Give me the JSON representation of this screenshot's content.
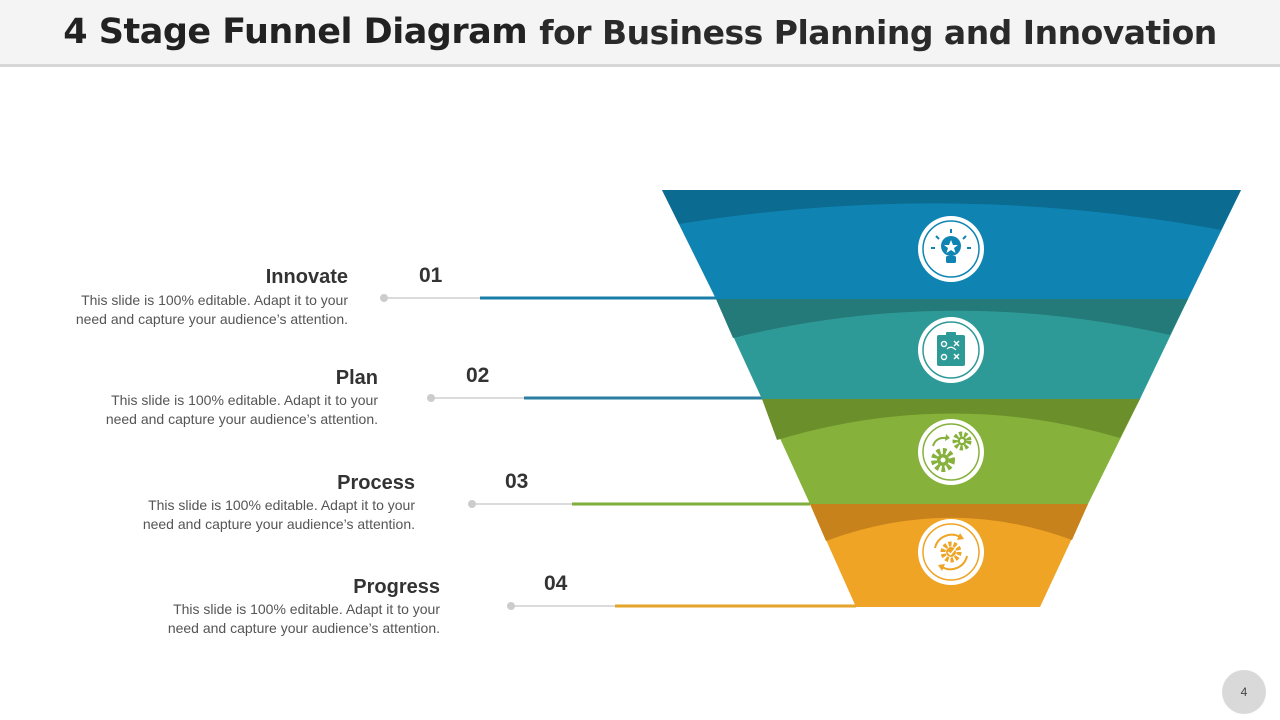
{
  "title": {
    "strong": "4 Stage Funnel Diagram",
    "rest": "for Business Planning and Innovation"
  },
  "stages": [
    {
      "number": "01",
      "label": "Innovate",
      "description": "This slide is 100% editable. Adapt it to your need and capture your audience’s attention.",
      "icon": "lightbulb-star-icon",
      "color": "#0f84b3",
      "dark": "#0b6b91",
      "line": "#1b7ea8"
    },
    {
      "number": "02",
      "label": "Plan",
      "description": "This slide is 100% editable. Adapt it to your need and capture your audience’s attention.",
      "icon": "strategy-board-icon",
      "color": "#2e9a97",
      "dark": "#247a78",
      "line": "#2a7fa0"
    },
    {
      "number": "03",
      "label": "Process",
      "description": "This slide is 100% editable. Adapt it to your need and capture your audience’s attention.",
      "icon": "gears-icon",
      "color": "#86b13a",
      "dark": "#6a8f2b",
      "line": "#7fae3a"
    },
    {
      "number": "04",
      "label": "Progress",
      "description": "This slide is 100% editable. Adapt it to your need and capture your audience’s attention.",
      "icon": "gear-cycle-icon",
      "color": "#efa425",
      "dark": "#c8821c",
      "line": "#e6a32a"
    }
  ],
  "page_number": "4"
}
